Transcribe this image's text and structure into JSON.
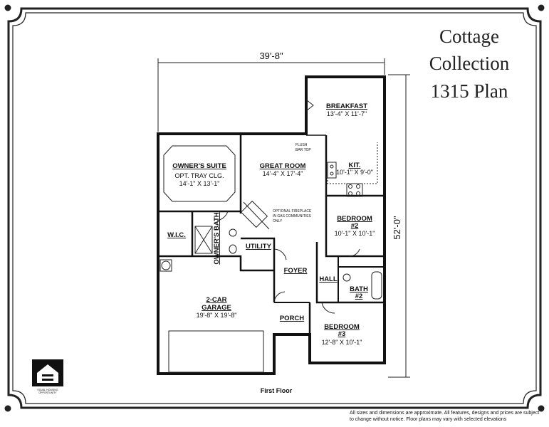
{
  "title": {
    "line1": "Cottage",
    "line2": "Collection",
    "line3": "1315 Plan"
  },
  "dimensions": {
    "width": "39'-8\"",
    "depth": "52'-0\""
  },
  "rooms": {
    "breakfast": {
      "name": "BREAKFAST",
      "size": "13'-4\" X 11'-7\""
    },
    "owners_suite": {
      "name": "OWNER'S SUITE",
      "note": "OPT. TRAY CLG.",
      "size": "14'-1\" X 13'-1\""
    },
    "great_room": {
      "name": "GREAT ROOM",
      "size": "14'-4\" X 17'-4\""
    },
    "kitchen": {
      "name": "KIT.",
      "size": "10'-1\" X 9'-0\""
    },
    "bedroom2": {
      "name": "BEDROOM",
      "num": "#2",
      "size": "10'-1\" X 10'-1\""
    },
    "wic": {
      "name": "W.I.C."
    },
    "owners_bath": {
      "name": "OWNER'S BATH"
    },
    "utility": {
      "name": "UTILITY"
    },
    "foyer": {
      "name": "FOYER"
    },
    "hall": {
      "name": "HALL"
    },
    "bath2": {
      "name": "BATH",
      "num": "#2"
    },
    "garage": {
      "name": "2-CAR",
      "name2": "GARAGE",
      "size": "19'-8\" X 19'-8\""
    },
    "porch": {
      "name": "PORCH"
    },
    "bedroom3": {
      "name": "BEDROOM",
      "num": "#3",
      "size": "12'-8\" X 10'-1\""
    }
  },
  "notes": {
    "flush_bar_1": "FLUSH",
    "flush_bar_2": "BAR TOP",
    "fireplace_1": "OPTIONAL FIREPLACE",
    "fireplace_2": "IN GAS COMMUNITIES",
    "fireplace_3": "ONLY"
  },
  "floor_label": "First Floor",
  "logo_text": "EQUAL HOUSING OPPORTUNITY",
  "disclaimer": "All sizes and dimensions are approximate. All features, designs and prices are subject to change without notice.  Floor plans may vary with selected elevations"
}
